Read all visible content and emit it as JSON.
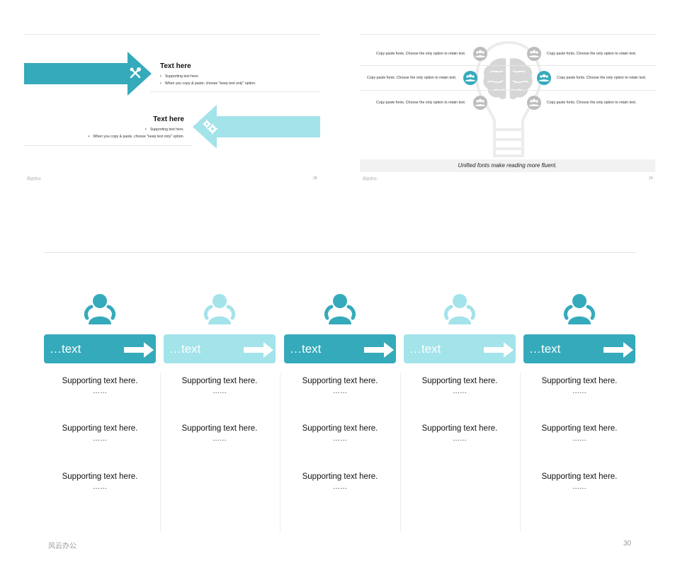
{
  "colors": {
    "teal": "#35aabb",
    "light_teal": "#a3e3ea",
    "gray_icon": "#bdbdbd"
  },
  "slide28": {
    "block1": {
      "title": "Text here",
      "bullets": [
        "Supporting text here.",
        "When you copy & paste, choose \"keep text only\" option."
      ]
    },
    "block2": {
      "title": "Text here",
      "bullets": [
        "Supporting text here.",
        "When you copy & paste, choose \"keep text only\" option."
      ]
    },
    "icons": [
      "tools-icon",
      "gears-icon"
    ],
    "footer_left": "风云办公",
    "page_number": "28"
  },
  "slide29": {
    "items": [
      "Copy paste fonts. Choose the only option to retain text.",
      "Copy paste fonts. Choose the only option to retain text.",
      "Copy paste fonts. Choose the only option to retain text.",
      "Copy paste fonts. Choose the only option to retain text.",
      "Copy paste fonts. Choose the only option to retain text.",
      "Copy paste fonts. Choose the only option to retain text."
    ],
    "icons": [
      "brain-icon",
      "lightbulb-icon",
      "team-icon"
    ],
    "caption": "Unified fonts make reading more fluent.",
    "footer_left": "风云办公",
    "page_number": "29"
  },
  "slide30": {
    "columns": [
      {
        "label": "…text",
        "rows": [
          {
            "text": "Supporting text here.",
            "dots": "……"
          },
          {
            "text": "Supporting text here.",
            "dots": "……"
          },
          {
            "text": "Supporting text here.",
            "dots": "……"
          }
        ]
      },
      {
        "label": "…text",
        "rows": [
          {
            "text": "Supporting text here.",
            "dots": "……"
          },
          {
            "text": "Supporting text here.",
            "dots": "……"
          }
        ]
      },
      {
        "label": "…text",
        "rows": [
          {
            "text": "Supporting text here.",
            "dots": "……"
          },
          {
            "text": "Supporting text here.",
            "dots": "……"
          },
          {
            "text": "Supporting text here.",
            "dots": "……"
          }
        ]
      },
      {
        "label": "…text",
        "rows": [
          {
            "text": "Supporting text here.",
            "dots": "……"
          },
          {
            "text": "Supporting text here.",
            "dots": "……"
          }
        ]
      },
      {
        "label": "…text",
        "rows": [
          {
            "text": "Supporting text here.",
            "dots": "……"
          },
          {
            "text": "Supporting text here.",
            "dots": "……"
          },
          {
            "text": "Supporting text here.",
            "dots": "……"
          }
        ]
      }
    ],
    "icons": [
      "person-icon",
      "arrow-right-icon"
    ],
    "footer_left": "风云办公",
    "page_number": "30"
  }
}
